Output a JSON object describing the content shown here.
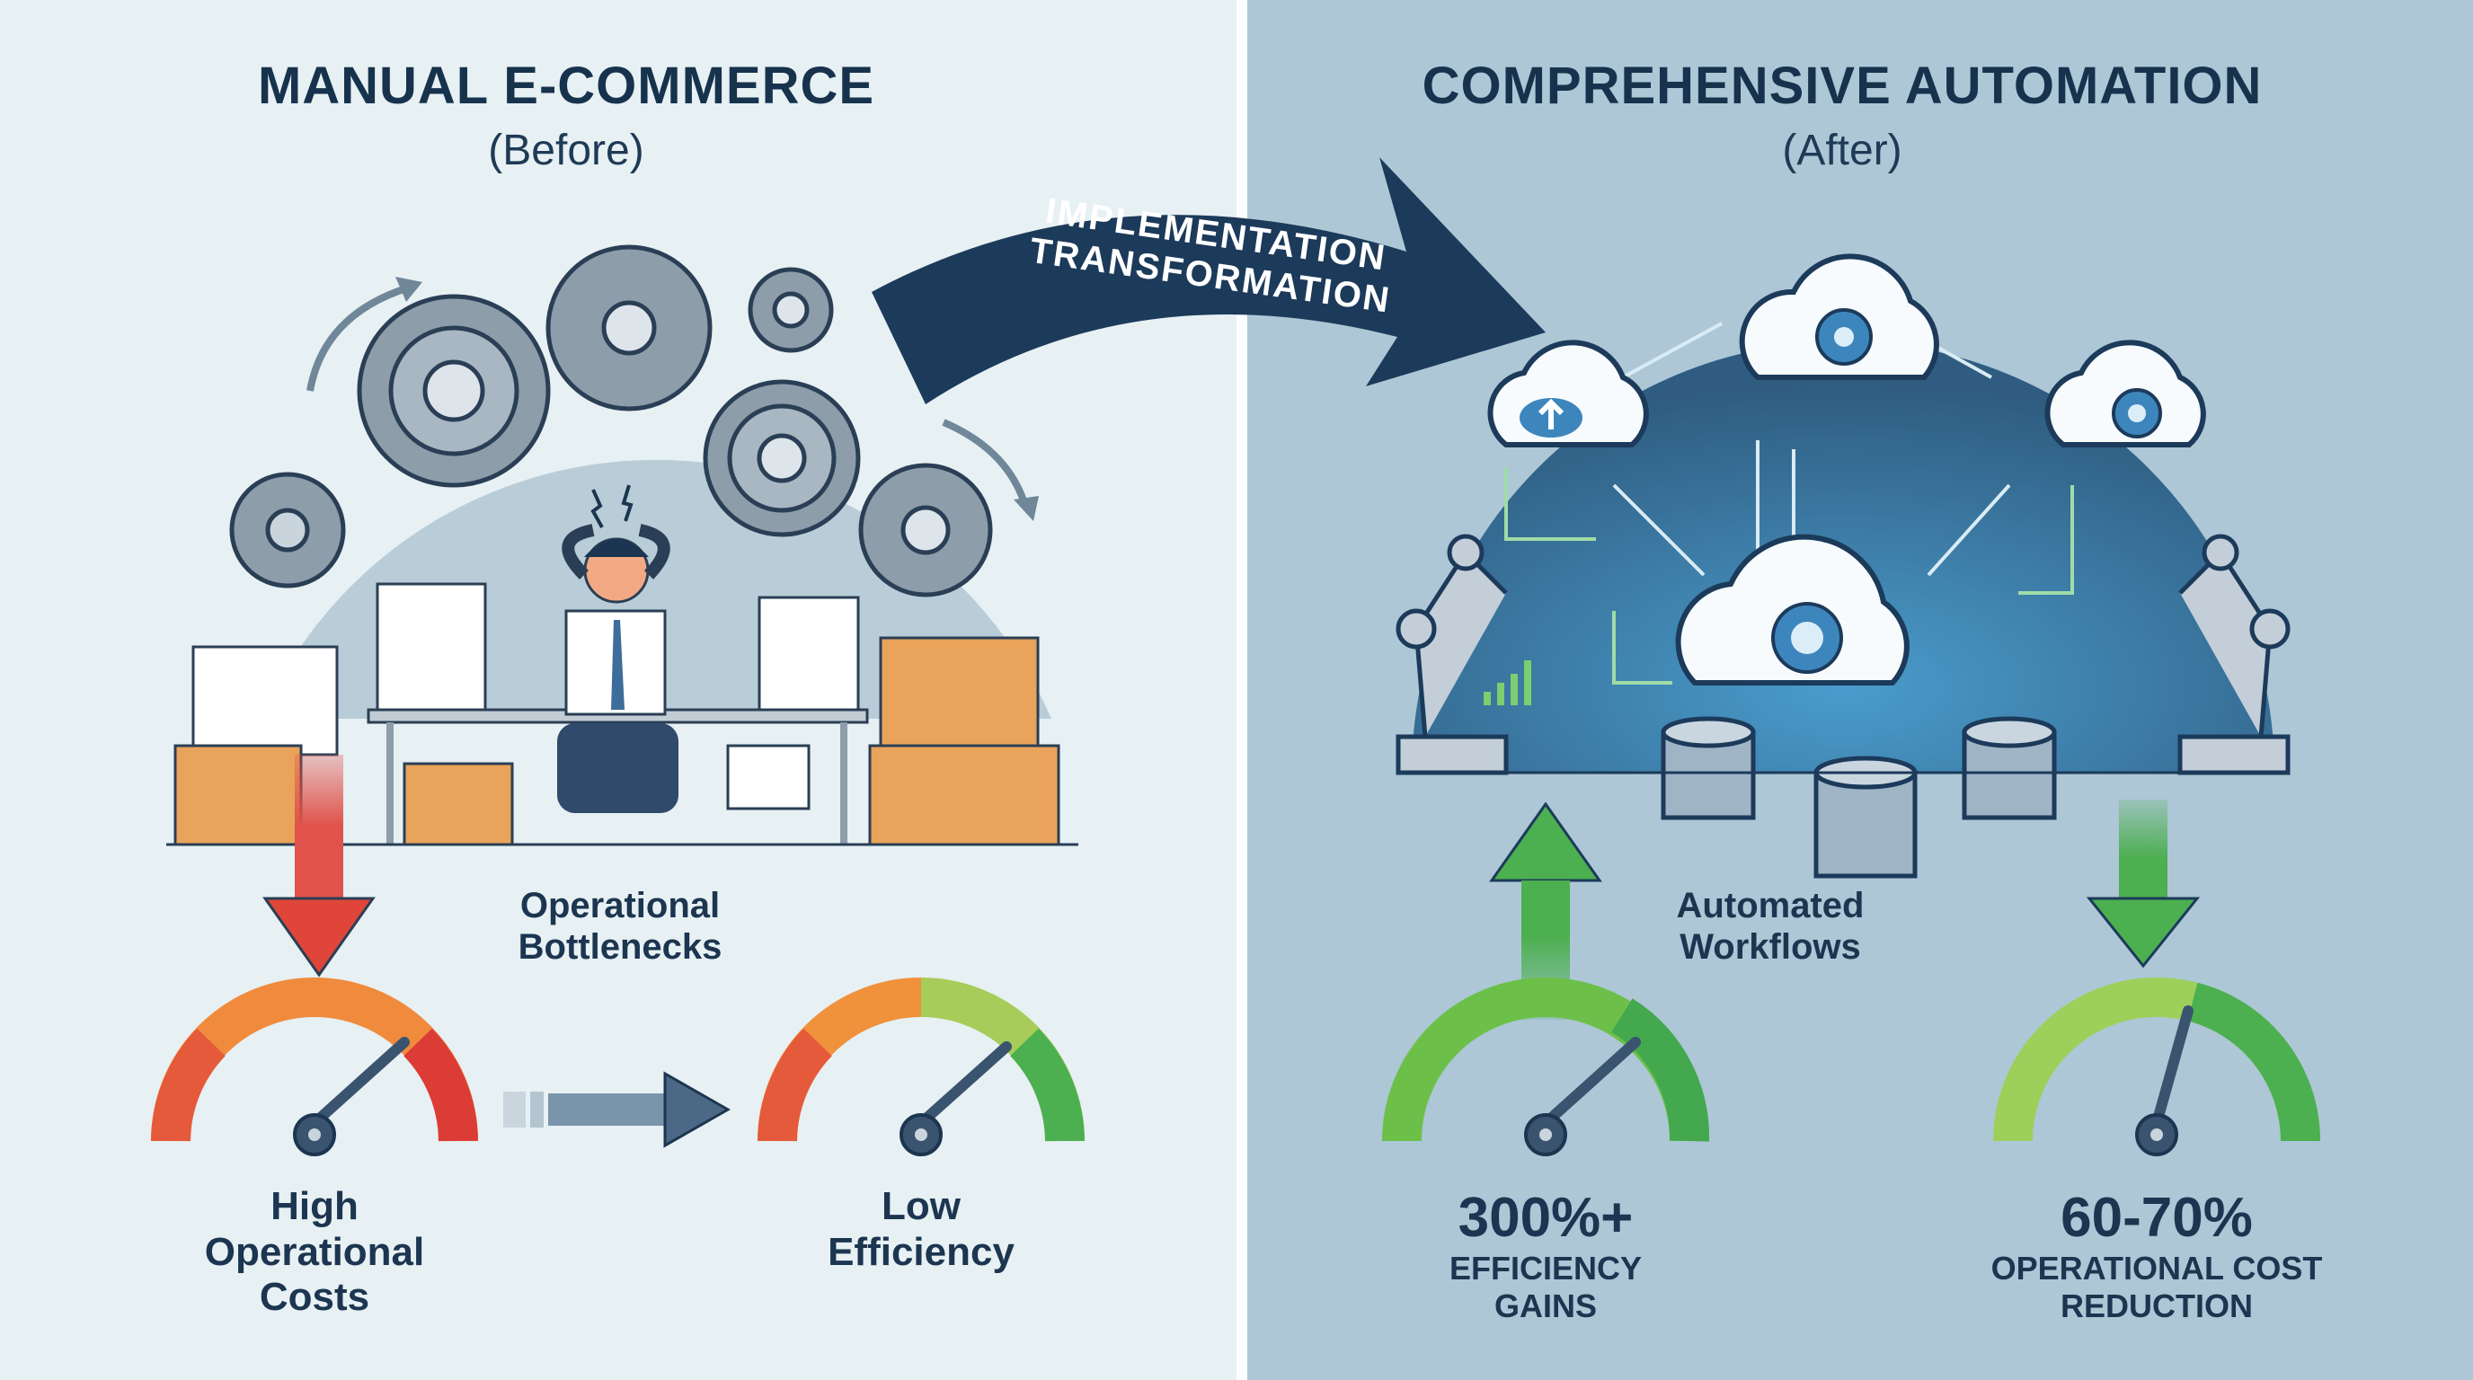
{
  "before": {
    "title": "MANUAL E-COMMERCE",
    "subtitle": "(Before)",
    "center_label_line1": "Operational",
    "center_label_line2": "Bottlenecks",
    "gauge_cost": {
      "line1": "High",
      "line2": "Operational",
      "line3": "Costs"
    },
    "gauge_efficiency": {
      "line1": "Low",
      "line2": "Efficiency"
    }
  },
  "transition": {
    "line1": "IMPLEMENTATION",
    "line2": "TRANSFORMATION"
  },
  "after": {
    "title": "COMPREHENSIVE AUTOMATION",
    "subtitle": "(After)",
    "center_label_line1": "Automated",
    "center_label_line2": "Workflows",
    "gauge_efficiency": {
      "value": "300%+",
      "line1": "EFFICIENCY",
      "line2": "GAINS"
    },
    "gauge_cost": {
      "value": "60-70%",
      "line1": "OPERATIONAL COST",
      "line2": "REDUCTION"
    }
  },
  "colors": {
    "navy": "#17324d",
    "left_bg": "#e7f0f3",
    "right_bg": "#adc7d6",
    "red": "#e04a3a",
    "orange": "#f08a3c",
    "green": "#4caf50",
    "light_green": "#8cc84b",
    "box": "#e9a35a",
    "gear": "#8d9daa"
  }
}
